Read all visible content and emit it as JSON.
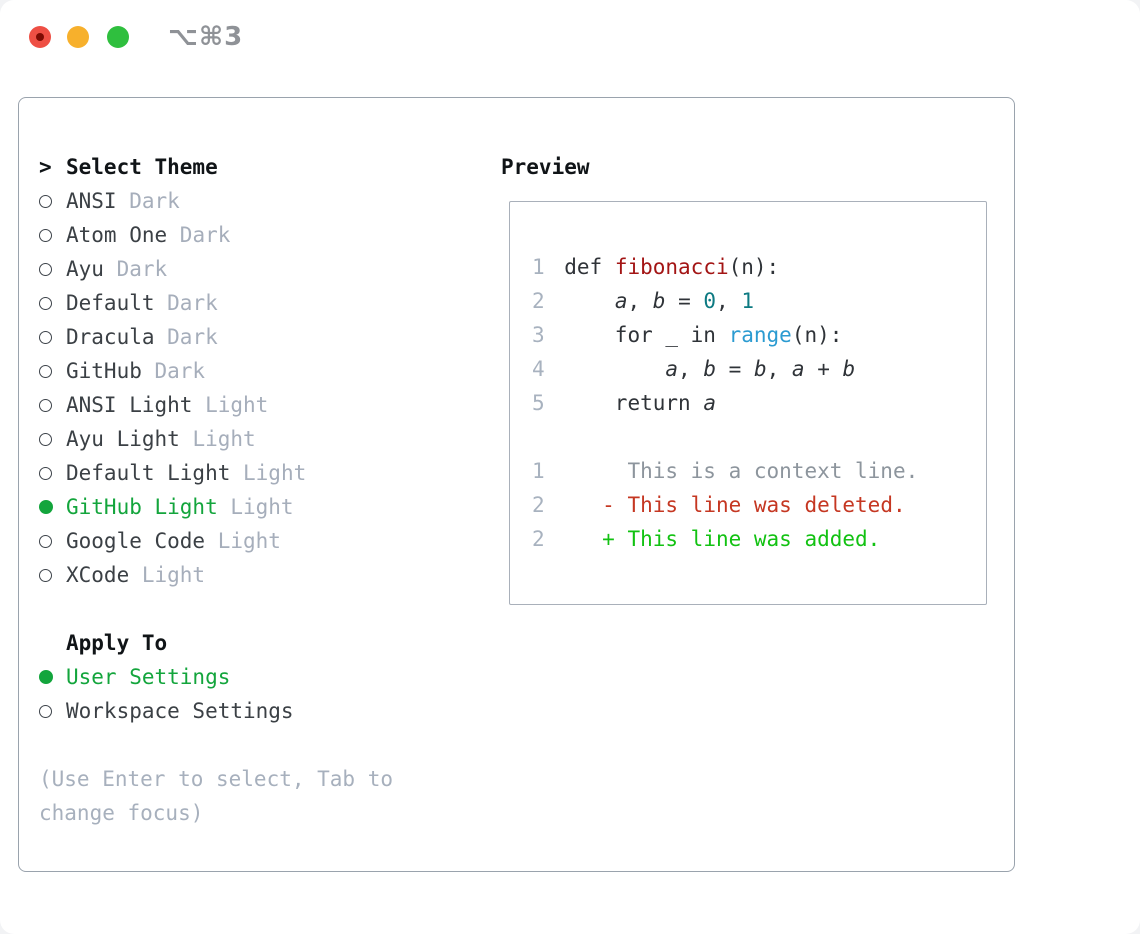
{
  "window": {
    "shortcut_label": "⌥⌘3",
    "traffic_lights": [
      "close",
      "minimize",
      "zoom"
    ]
  },
  "colors": {
    "selection_green": "#13a53c",
    "added_green": "#12c212",
    "deleted_red": "#c53722",
    "function_red": "#a31515",
    "number_teal": "#0d7a82",
    "builtin_blue": "#2b9bd1",
    "muted_gray": "#a6aebb",
    "text_dark": "#2f3338"
  },
  "theme_panel": {
    "title_prefix": ">",
    "title": "Select Theme",
    "themes": [
      {
        "name": "ANSI",
        "variant": "Dark",
        "selected": false
      },
      {
        "name": "Atom One",
        "variant": "Dark",
        "selected": false
      },
      {
        "name": "Ayu",
        "variant": "Dark",
        "selected": false
      },
      {
        "name": "Default",
        "variant": "Dark",
        "selected": false
      },
      {
        "name": "Dracula",
        "variant": "Dark",
        "selected": false
      },
      {
        "name": "GitHub",
        "variant": "Dark",
        "selected": false
      },
      {
        "name": "ANSI Light",
        "variant": "Light",
        "selected": false
      },
      {
        "name": "Ayu Light",
        "variant": "Light",
        "selected": false
      },
      {
        "name": "Default Light",
        "variant": "Light",
        "selected": false
      },
      {
        "name": "GitHub Light",
        "variant": "Light",
        "selected": true
      },
      {
        "name": "Google Code",
        "variant": "Light",
        "selected": false
      },
      {
        "name": "XCode",
        "variant": "Light",
        "selected": false
      }
    ],
    "apply_to": {
      "title": "Apply To",
      "options": [
        {
          "label": "User Settings",
          "selected": true
        },
        {
          "label": "Workspace Settings",
          "selected": false
        }
      ]
    },
    "help_text": "(Use Enter to select, Tab to change focus)"
  },
  "preview": {
    "title": "Preview",
    "code_lines": [
      {
        "num": "1",
        "tokens": [
          {
            "t": "def ",
            "c": "code"
          },
          {
            "t": "fibonacci",
            "c": "func"
          },
          {
            "t": "(n):",
            "c": "code"
          }
        ]
      },
      {
        "num": "2",
        "tokens": [
          {
            "t": "    ",
            "c": "code"
          },
          {
            "t": "a",
            "c": "var"
          },
          {
            "t": ", ",
            "c": "code"
          },
          {
            "t": "b",
            "c": "var"
          },
          {
            "t": " = ",
            "c": "code"
          },
          {
            "t": "0",
            "c": "num"
          },
          {
            "t": ", ",
            "c": "code"
          },
          {
            "t": "1",
            "c": "num"
          }
        ]
      },
      {
        "num": "3",
        "tokens": [
          {
            "t": "    for _ in ",
            "c": "code"
          },
          {
            "t": "range",
            "c": "builtin"
          },
          {
            "t": "(n):",
            "c": "code"
          }
        ]
      },
      {
        "num": "4",
        "tokens": [
          {
            "t": "        ",
            "c": "code"
          },
          {
            "t": "a",
            "c": "var"
          },
          {
            "t": ", ",
            "c": "code"
          },
          {
            "t": "b",
            "c": "var"
          },
          {
            "t": " = ",
            "c": "code"
          },
          {
            "t": "b",
            "c": "var"
          },
          {
            "t": ", ",
            "c": "code"
          },
          {
            "t": "a",
            "c": "var"
          },
          {
            "t": " + ",
            "c": "code"
          },
          {
            "t": "b",
            "c": "var"
          }
        ]
      },
      {
        "num": "5",
        "tokens": [
          {
            "t": "    return ",
            "c": "code"
          },
          {
            "t": "a",
            "c": "var"
          }
        ]
      },
      {
        "num": "",
        "tokens": []
      },
      {
        "num": "1",
        "tokens": [
          {
            "t": "     This is a context line.",
            "c": "context"
          }
        ]
      },
      {
        "num": "2",
        "tokens": [
          {
            "t": "   ",
            "c": "code"
          },
          {
            "t": "- This line was deleted.",
            "c": "deleted"
          }
        ]
      },
      {
        "num": "2",
        "tokens": [
          {
            "t": "   ",
            "c": "code"
          },
          {
            "t": "+ This line was added.",
            "c": "added"
          }
        ]
      }
    ]
  }
}
